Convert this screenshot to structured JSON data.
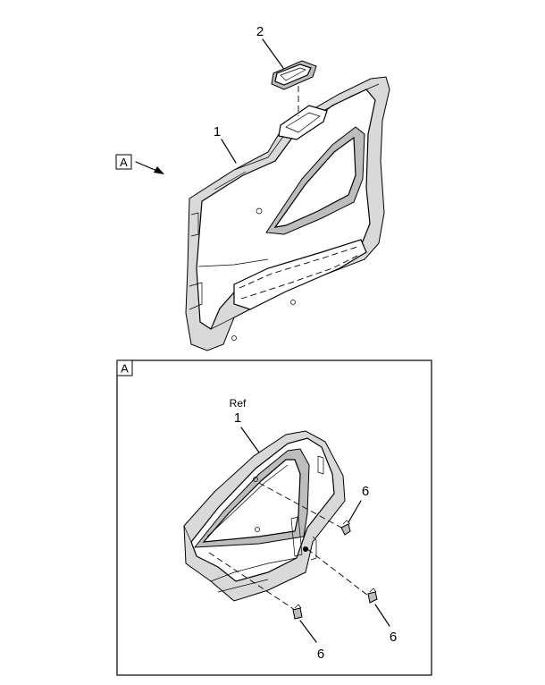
{
  "callouts": {
    "panel": "1",
    "panel_ref_word": "Ref",
    "panel_ref": "1",
    "bezel": "2",
    "clip_a": "6",
    "clip_b": "6",
    "clip_c": "6"
  },
  "view_labels": {
    "main_view": "A",
    "detail_view": "A"
  }
}
